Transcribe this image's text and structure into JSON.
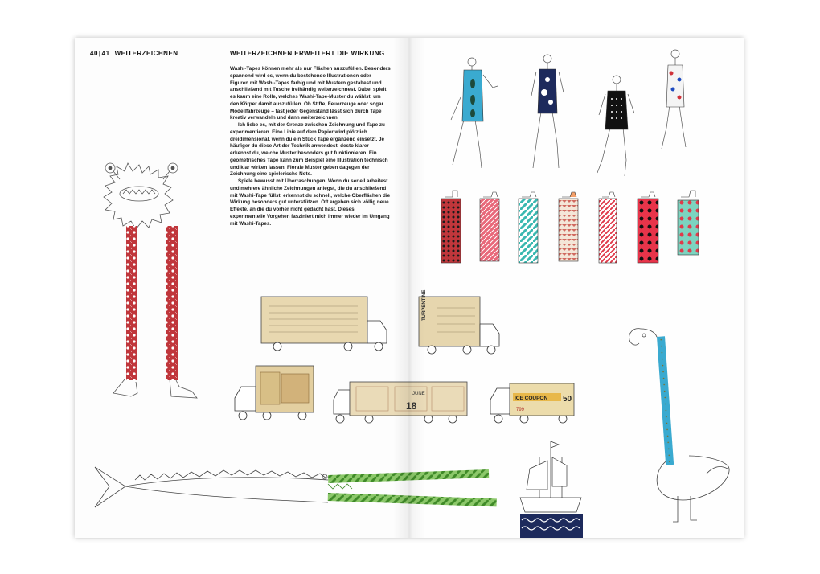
{
  "header": {
    "page_left": "40",
    "page_separator": "|",
    "page_right": "41",
    "section": "WEITERZEICHNEN"
  },
  "article": {
    "heading": "WEITERZEICHNEN ERWEITERT DIE WIRKUNG",
    "paragraphs": [
      "Washi-Tapes können mehr als nur Flächen auszufüllen. Besonders spannend wird es, wenn du bestehende Illustrationen oder Figuren mit Washi-Tapes farbig und mit Mustern gestaltest und anschließend mit Tusche freihändig weiterzeichnest. Dabei spielt es kaum eine Rolle, welches Washi-Tape-Muster du wählst, um den Körper damit auszufüllen. Ob Stifte, Feuerzeuge oder sogar Modellfahrzeuge – fast jeder Gegenstand lässt sich durch Tape kreativ verwandeln und dann weiterzeichnen.",
      "Ich liebe es, mit der Grenze zwischen Zeichnung und Tape zu experimentieren. Eine Linie auf dem Papier wird plötzlich dreidimensional, wenn du ein Stück Tape ergänzend einsetzt. Je häufiger du diese Art der Technik anwendest, desto klarer erkennst du, welche Muster besonders gut funktionieren. Ein geometrisches Tape kann zum Beispiel eine Illustration technisch und klar wirken lassen. Florale Muster geben dagegen der Zeichnung eine spielerische Note.",
      "Spiele bewusst mit Überraschungen. Wenn du seriell arbeitest und mehrere ähnliche Zeichnungen anlegst, die du anschließend mit Washi-Tape füllst, erkennst du schnell, welche Oberflächen die Wirkung besonders gut unterstützen. Oft ergeben sich völlig neue Effekte, an die du vorher nicht gedacht hast. Dieses experimentelle Vorgehen fasziniert mich immer wieder im Umgang mit Washi-Tapes."
    ]
  },
  "truck_labels": {
    "turpentine": "TURPENTINE",
    "june": "JUNE",
    "num18": "18",
    "coupon": "ICE COUPON",
    "fifty": "50",
    "seven": "799"
  },
  "colors": {
    "tape_red": "#c0363b",
    "tape_blue": "#3aaad0",
    "tape_navy": "#1d2a5c",
    "tape_green": "#5aa83a",
    "tape_pink": "#e8687a",
    "paper_tan": "#e8d8b0",
    "ink": "#222222"
  }
}
